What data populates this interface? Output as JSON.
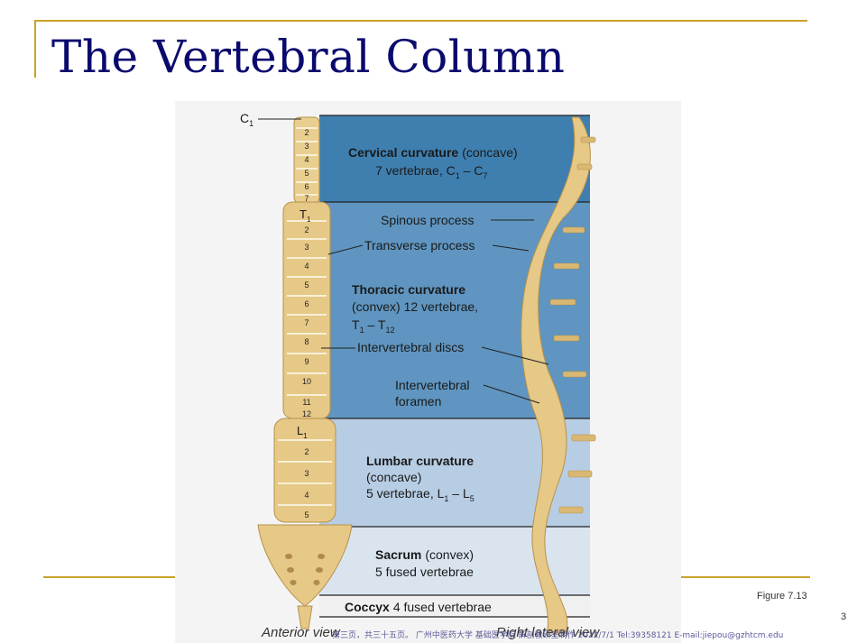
{
  "slide": {
    "title": "The Vertebral Column",
    "figure_label": "Figure 7.13",
    "page_number": "3",
    "footer": "广州中医药大学 基础医学院 解剖教研室制作 2022/7/1 Tel:39358121 E-mail:jiepou@gzhtcm.edu",
    "footer_page": "第三页，共三十五页。"
  },
  "figure": {
    "label_c1": "C",
    "label_c1_sub": "1",
    "label_t1": "T",
    "label_t1_sub": "1",
    "label_l1": "L",
    "label_l1_sub": "1",
    "cervical_numbers": [
      "2",
      "3",
      "4",
      "5",
      "6",
      "7"
    ],
    "thoracic_numbers": [
      "2",
      "3",
      "4",
      "5",
      "6",
      "7",
      "8",
      "9",
      "10",
      "11",
      "12"
    ],
    "lumbar_numbers": [
      "2",
      "3",
      "4",
      "5"
    ],
    "cervical": {
      "title": "Cervical curvature",
      "qualifier": "(concave)",
      "line2": "7 vertebrae, C",
      "line2_sub_a": "1",
      "line2_mid": " – C",
      "line2_sub_b": "7"
    },
    "spinous": "Spinous process",
    "transverse": "Transverse process",
    "thoracic": {
      "title": "Thoracic curvature",
      "line2": "(convex) 12 vertebrae,",
      "line3": "T",
      "line3_sub_a": "1",
      "line3_mid": " – T",
      "line3_sub_b": "12"
    },
    "discs": "Intervertebral discs",
    "foramen_1": "Intervertebral",
    "foramen_2": "foramen",
    "lumbar": {
      "title": "Lumbar curvature",
      "line2": "(concave)",
      "line3": "5 vertebrae, L",
      "line3_sub_a": "1",
      "line3_mid": " – L",
      "line3_sub_b": "5"
    },
    "sacrum": {
      "title": "Sacrum",
      "qualifier": "(convex)",
      "line2": "5 fused vertebrae"
    },
    "coccyx": {
      "title": "Coccyx",
      "qualifier": "4 fused vertebrae"
    },
    "anterior_view": "Anterior view",
    "right_lateral_view": "Right lateral view",
    "colors": {
      "cervical_band": "#3f7fb0",
      "thoracic_band": "#5f95c0",
      "lumbar_band": "#b7cde4",
      "sacrum_band": "#d9e4ef",
      "coccyx_band": "#f0f0f0",
      "bone": "#e9cf8f",
      "title": "#0a0a6e",
      "rule": "#c9a227"
    }
  }
}
